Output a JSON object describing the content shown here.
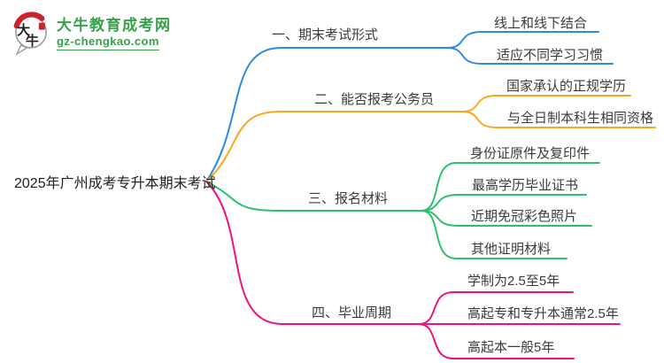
{
  "logo": {
    "title": "大牛教育成考网",
    "domain": "gz-chengkao.com",
    "icon_char_top": "大",
    "icon_char_bottom": "牛",
    "brand_green": "#37a24a",
    "seal_red": "#c9252c"
  },
  "root": {
    "label": "2025年广州成考专升本期末考试"
  },
  "branches": [
    {
      "label": "一、期末考试形式",
      "color": "#2b8ce4",
      "children": [
        "线上和线下结合",
        "适应不同学习习惯"
      ]
    },
    {
      "label": "二、能否报考公务员",
      "color": "#ffa41d",
      "children": [
        "国家承认的正规学历",
        "与全日制本科生相同资格"
      ]
    },
    {
      "label": "三、报名材料",
      "color": "#2ec06e",
      "children": [
        "身份证原件及复印件",
        "最高学历毕业证书",
        "近期免冠彩色照片",
        "其他证明材料"
      ]
    },
    {
      "label": "四、毕业周期",
      "color": "#f2117c",
      "children": [
        "学制为2.5至5年",
        "高起专和专升本通常2.5年",
        "高起本一般5年"
      ]
    }
  ]
}
